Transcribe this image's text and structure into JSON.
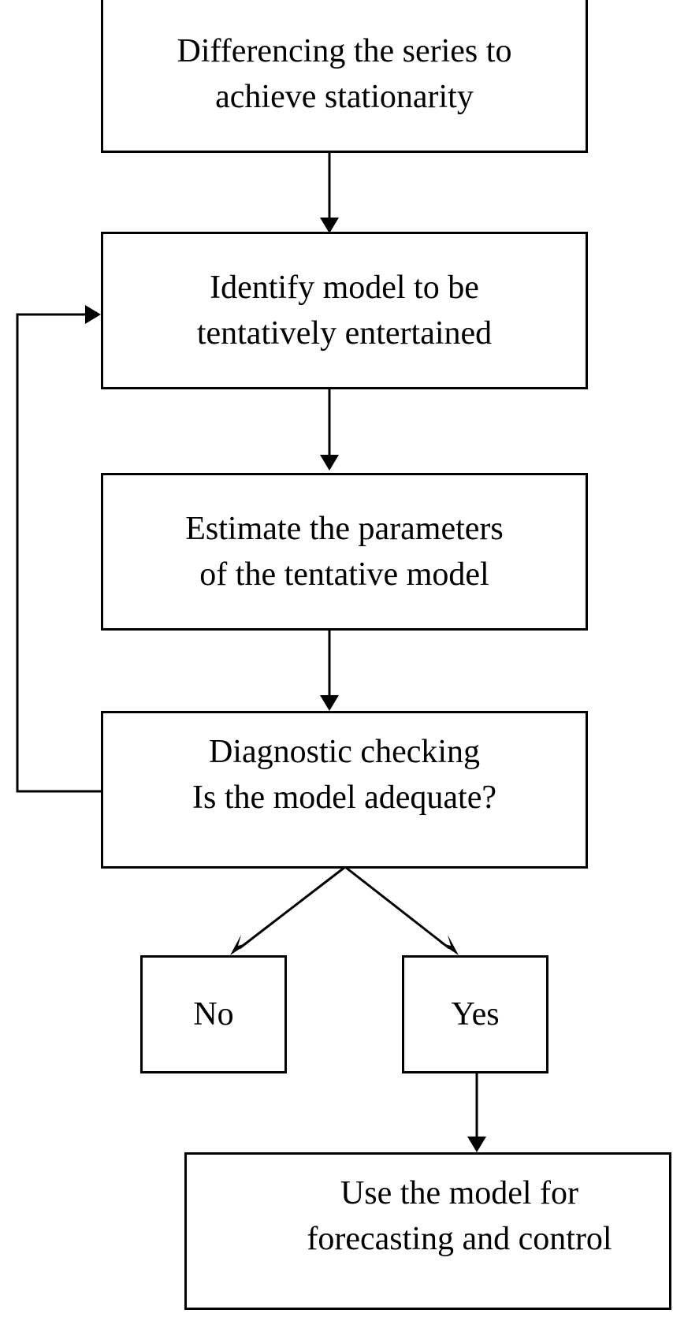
{
  "diagram": {
    "nodes": {
      "differencing": {
        "line1": "Differencing the series to",
        "line2": "achieve stationarity"
      },
      "identify": {
        "line1": "Identify model to be",
        "line2": "tentatively entertained"
      },
      "estimate": {
        "line1": "Estimate the parameters",
        "line2": "of the tentative model"
      },
      "diagnostic": {
        "line1": "Diagnostic checking",
        "line2": "Is the model adequate?"
      },
      "no": {
        "label": "No"
      },
      "yes": {
        "label": "Yes"
      },
      "use": {
        "line1": "Use the model for",
        "line2": "forecasting and control"
      }
    },
    "edges": [
      {
        "from": "differencing",
        "to": "identify"
      },
      {
        "from": "identify",
        "to": "estimate"
      },
      {
        "from": "estimate",
        "to": "diagnostic"
      },
      {
        "from": "diagnostic",
        "to": "no"
      },
      {
        "from": "diagnostic",
        "to": "yes"
      },
      {
        "from": "yes",
        "to": "use"
      },
      {
        "from": "diagnostic",
        "to": "identify",
        "kind": "feedback-loop"
      }
    ],
    "colors": {
      "stroke": "#000000",
      "fill": "#ffffff"
    }
  }
}
